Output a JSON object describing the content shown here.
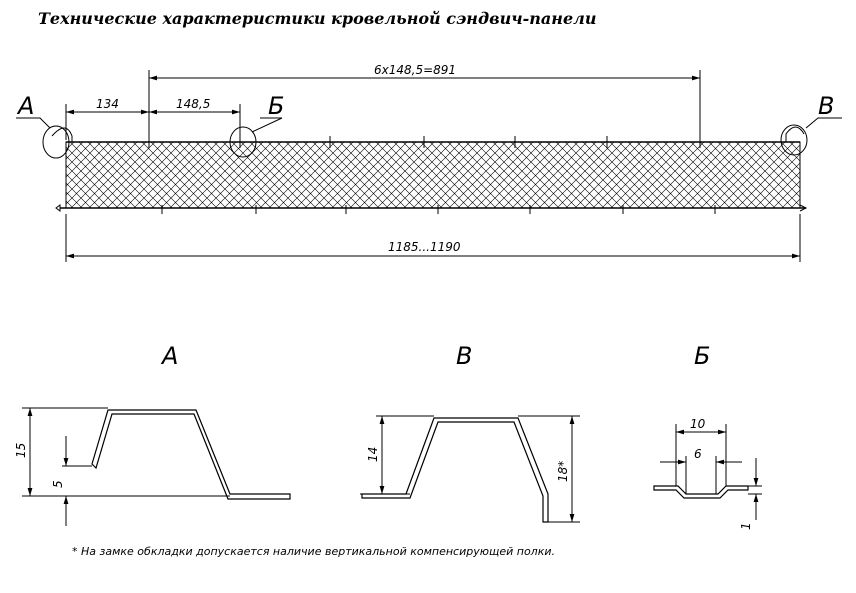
{
  "title": "Технические характеристики кровельной сэндвич-панели",
  "panel": {
    "dim_pitch_total": "6x148,5=891",
    "dim_edge": "134",
    "dim_pitch": "148,5",
    "dim_total_width": "1185...1190",
    "callout_a": "А",
    "callout_b": "Б",
    "callout_v": "В"
  },
  "details": {
    "a": {
      "label": "А",
      "dim_height": "15",
      "dim_step": "5"
    },
    "v": {
      "label": "В",
      "dim_height": "14",
      "dim_height_alt": "18*"
    },
    "b": {
      "label": "Б",
      "dim_outer": "10",
      "dim_inner": "6",
      "dim_depth": "1"
    }
  },
  "footnote": "* На замке обкладки допускается наличие вертикальной компенсирующей полки."
}
